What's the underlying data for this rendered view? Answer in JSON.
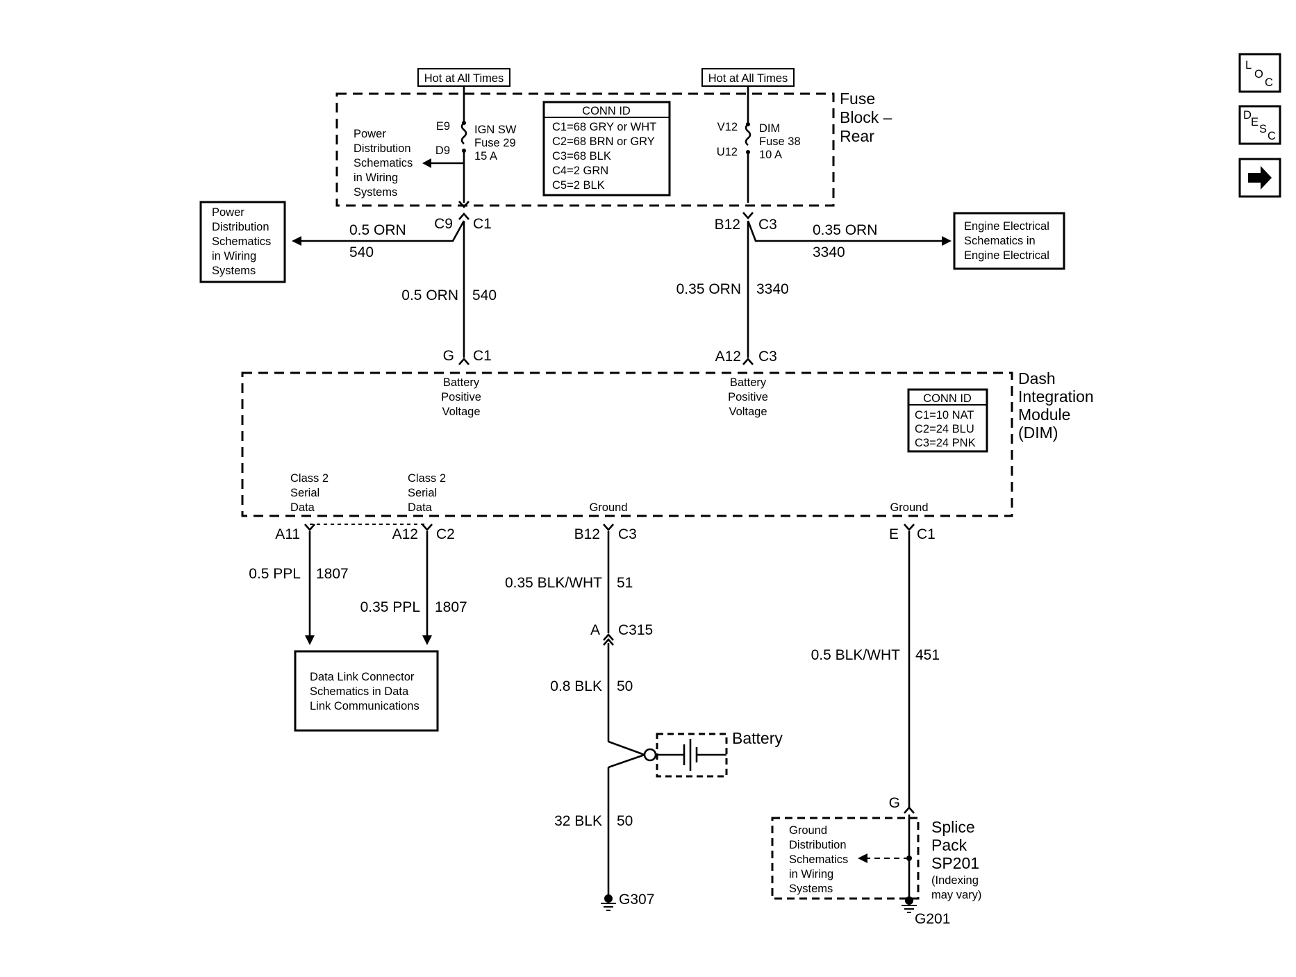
{
  "top_labels": {
    "hot_left": "Hot at All Times",
    "hot_right": "Hot at All Times"
  },
  "fuse_block": {
    "title": [
      "Fuse",
      "Block –",
      "Rear"
    ],
    "fuse_left": {
      "pin_top": "E9",
      "pin_bottom": "D9",
      "lines": [
        "IGN SW",
        "Fuse 29",
        "15 A"
      ]
    },
    "fuse_right": {
      "pin_top": "V12",
      "pin_bottom": "U12",
      "lines": [
        "DIM",
        "Fuse 38",
        "10 A"
      ]
    },
    "inner_ref": [
      "Power",
      "Distribution",
      "Schematics",
      "in Wiring",
      "Systems"
    ],
    "conn_id": {
      "title": "CONN ID",
      "rows": [
        "C1=68 GRY or WHT",
        "C2=68 BRN or GRY",
        "C3=68 BLK",
        "C4=2 GRN",
        "C5=2 BLK"
      ]
    }
  },
  "left_ref_box": [
    "Power",
    "Distribution",
    "Schematics",
    "in Wiring",
    "Systems"
  ],
  "right_ref_box": [
    "Engine Electrical",
    "Schematics in",
    "Engine Electrical"
  ],
  "wires": {
    "c9_pin": "C9",
    "c9_conn": "C1",
    "branch_left_color": "0.5 ORN",
    "branch_left_circuit": "540",
    "left_main_color": "0.5 ORN",
    "left_main_circuit": "540",
    "b12_pin": "B12",
    "b12_conn": "C3",
    "branch_right_color": "0.35 ORN",
    "branch_right_circuit": "3340",
    "right_main_color": "0.35 ORN",
    "right_main_circuit": "3340",
    "g_pin": "G",
    "g_conn": "C1",
    "a12_pin": "A12",
    "a12_conn": "C3"
  },
  "dim": {
    "title": [
      "Dash",
      "Integration",
      "Module",
      "(DIM)"
    ],
    "bpv_left": [
      "Battery",
      "Positive",
      "Voltage"
    ],
    "bpv_right": [
      "Battery",
      "Positive",
      "Voltage"
    ],
    "class2_left": [
      "Class 2",
      "Serial",
      "Data"
    ],
    "class2_right": [
      "Class 2",
      "Serial",
      "Data"
    ],
    "ground_mid": "Ground",
    "ground_right": "Ground",
    "conn_id": {
      "title": "CONN ID",
      "rows": [
        "C1=10 NAT",
        "C2=24 BLU",
        "C3=24 PNK"
      ]
    }
  },
  "bottom": {
    "a11_pin": "A11",
    "a12_pin": "A12",
    "a12_conn": "C2",
    "b12_pin": "B12",
    "b12_conn": "C3",
    "e_pin": "E",
    "e_conn": "C1",
    "w1_color": "0.5 PPL",
    "w1_circuit": "1807",
    "w2_color": "0.35 PPL",
    "w2_circuit": "1807",
    "w3_color": "0.35 BLK/WHT",
    "w3_circuit": "51",
    "c315_pin": "A",
    "c315_conn": "C315",
    "w4_color": "0.8 BLK",
    "w4_circuit": "50",
    "w5_color": "32 BLK",
    "w5_circuit": "50",
    "w6_color": "0.5 BLK/WHT",
    "w6_circuit": "451",
    "battery": "Battery",
    "g307": "G307",
    "splice_pin": "G",
    "splice_title": [
      "Splice",
      "Pack",
      "SP201"
    ],
    "splice_note": [
      "(Indexing",
      "may vary)"
    ],
    "g201": "G201",
    "dlc_box": [
      "Data Link Connector",
      "Schematics in Data",
      "Link Communications"
    ],
    "ground_ref": [
      "Ground",
      "Distribution",
      "Schematics",
      "in Wiring",
      "Systems"
    ]
  },
  "side_buttons": {
    "loc": [
      "L",
      "O",
      "C"
    ],
    "desc": [
      "D",
      "E",
      "S",
      "C"
    ],
    "next_icon": "arrow-right-icon"
  }
}
